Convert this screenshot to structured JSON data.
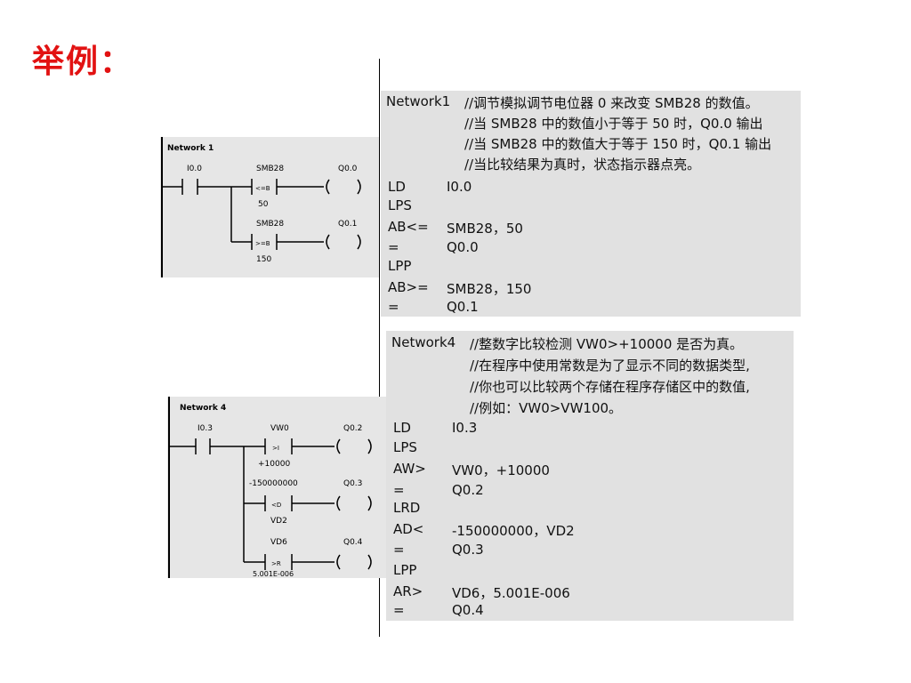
{
  "title": "举例：",
  "network1": {
    "ladder": {
      "header": "Network 1",
      "contact": "I0.0",
      "rung1": {
        "operand": "SMB28",
        "compare": "<=B",
        "value": "50",
        "coil": "Q0.0"
      },
      "rung2": {
        "operand": "SMB28",
        "compare": ">=B",
        "value": "150",
        "coil": "Q0.1"
      }
    },
    "code": {
      "header_label": "Network1",
      "comments": [
        "//调节模拟调节电位器 0 来改变 SMB28 的数值。",
        "//当 SMB28 中的数值小于等于 50 时，Q0.0 输出",
        "//当 SMB28 中的数值大于等于 150 时，Q0.1 输出",
        "//当比较结果为真时，状态指示器点亮。"
      ],
      "lines": [
        {
          "mnemonic": "LD",
          "operand": "I0.0"
        },
        {
          "mnemonic": "LPS",
          "operand": ""
        },
        {
          "mnemonic": "AB<=",
          "operand": "SMB28，50"
        },
        {
          "mnemonic": "=",
          "operand": "Q0.0"
        },
        {
          "mnemonic": "LPP",
          "operand": ""
        },
        {
          "mnemonic": "AB>=",
          "operand": "SMB28，150"
        },
        {
          "mnemonic": "=",
          "operand": "Q0.1"
        }
      ]
    }
  },
  "network4": {
    "ladder": {
      "header": "Network 4",
      "contact": "I0.3",
      "rung1": {
        "operand": "VW0",
        "compare": ">I",
        "value": "+10000",
        "coil": "Q0.2"
      },
      "rung2": {
        "operand": "-150000000",
        "compare": "<D",
        "value": "VD2",
        "coil": "Q0.3"
      },
      "rung3": {
        "operand": "VD6",
        "compare": ">R",
        "value": "5.001E-006",
        "coil": "Q0.4"
      }
    },
    "code": {
      "header_label": "Network4",
      "comments": [
        "//整数字比较检测 VW0>+10000 是否为真。",
        "//在程序中使用常数是为了显示不同的数据类型,",
        "//你也可以比较两个存储在程序存储区中的数值,",
        "//例如：VW0>VW100。"
      ],
      "lines": [
        {
          "mnemonic": "LD",
          "operand": "I0.3"
        },
        {
          "mnemonic": "LPS",
          "operand": ""
        },
        {
          "mnemonic": "AW>",
          "operand": "VW0，+10000"
        },
        {
          "mnemonic": "=",
          "operand": "Q0.2"
        },
        {
          "mnemonic": "LRD",
          "operand": ""
        },
        {
          "mnemonic": "AD<",
          "operand": "-150000000，VD2"
        },
        {
          "mnemonic": "=",
          "operand": "Q0.3"
        },
        {
          "mnemonic": "LPP",
          "operand": ""
        },
        {
          "mnemonic": "AR>",
          "operand": "VD6，5.001E-006"
        },
        {
          "mnemonic": "=",
          "operand": "Q0.4"
        }
      ]
    }
  }
}
